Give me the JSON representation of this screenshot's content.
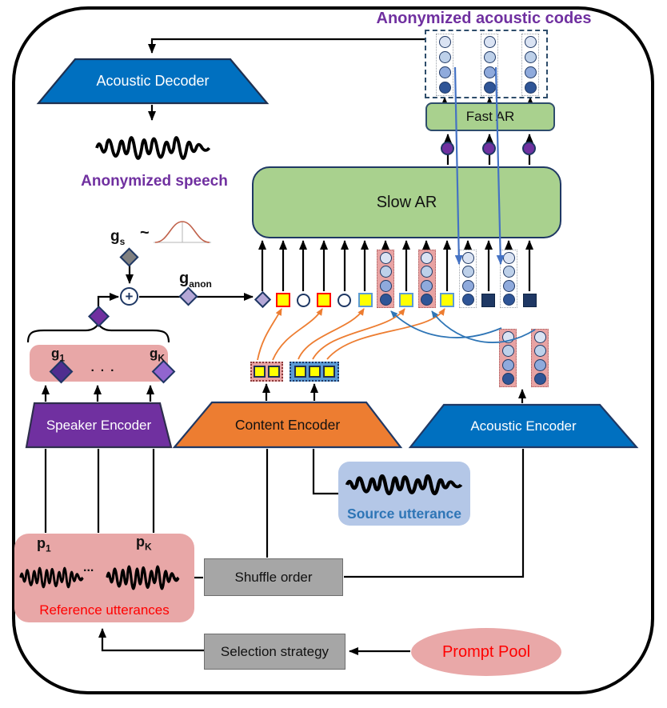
{
  "colors": {
    "navy": "#1f3864",
    "blue": "#0070c0",
    "orange": "#ed7d31",
    "purple": "#7030a0",
    "green": "#a9d18e",
    "pink": "#e8a3a3",
    "gray_box": "#a6a6a6",
    "light_blue": "#b4c7e7",
    "lavender": "#b4a7d6",
    "yellow": "#ffff00",
    "red": "#ff0000",
    "feedback_blue": "#4472c4",
    "curve_blue": "#2e75b6"
  },
  "output": {
    "codes_label": "Anonymized acoustic codes",
    "fast_ar": "Fast AR",
    "slow_ar": "Slow AR",
    "decoder": "Acoustic Decoder",
    "speech_label": "Anonymized speech",
    "code_columns": 3
  },
  "speaker": {
    "g_s": {
      "base": "g",
      "sub": "s"
    },
    "tilde": "~",
    "plus": "+",
    "g_anon": {
      "base": "g",
      "sub": "anon"
    },
    "g_1": {
      "base": "g",
      "sub": "1"
    },
    "g_K": {
      "base": "g",
      "sub": "K"
    },
    "dots": ". . .",
    "encoder": "Speaker Encoder"
  },
  "content": {
    "encoder": "Content Encoder",
    "source": "Source utterance",
    "token_groups": [
      2,
      3
    ]
  },
  "acoustic": {
    "encoder": "Acoustic Encoder",
    "prompt_columns": 2
  },
  "bottom": {
    "p_1": {
      "base": "p",
      "sub": "1"
    },
    "p_K": {
      "base": "p",
      "sub": "K"
    },
    "dots": "...",
    "reference": "Reference utterances",
    "shuffle": "Shuffle order",
    "selection": "Selection strategy",
    "prompt_pool": "Prompt Pool"
  },
  "tokens": {
    "circle_ramp": [
      "#dae3f3",
      "#bdd0e9",
      "#8faadc",
      "#2f5597"
    ],
    "slow_ar_inputs": [
      "diamond-lavender",
      "square-red",
      "circle-open",
      "square-red",
      "circle-open",
      "square-blue",
      "column-pink",
      "square-blue",
      "column-pink",
      "square-blue",
      "column-plain",
      "square-navy",
      "column-plain",
      "square-navy"
    ]
  }
}
